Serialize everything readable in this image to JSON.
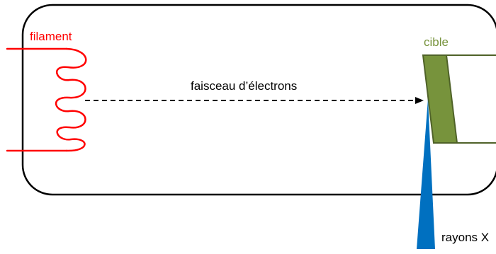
{
  "labels": {
    "filament": "filament",
    "target": "cible",
    "beam": "faisceau d’électrons",
    "xrays": "rayons X"
  },
  "colors": {
    "filament": "#ff0000",
    "target_fill": "#77933c",
    "target_stroke": "#4f6228",
    "target_label": "#77933c",
    "xray": "#0070c0",
    "tube_outline": "#000000",
    "beam": "#000000"
  }
}
